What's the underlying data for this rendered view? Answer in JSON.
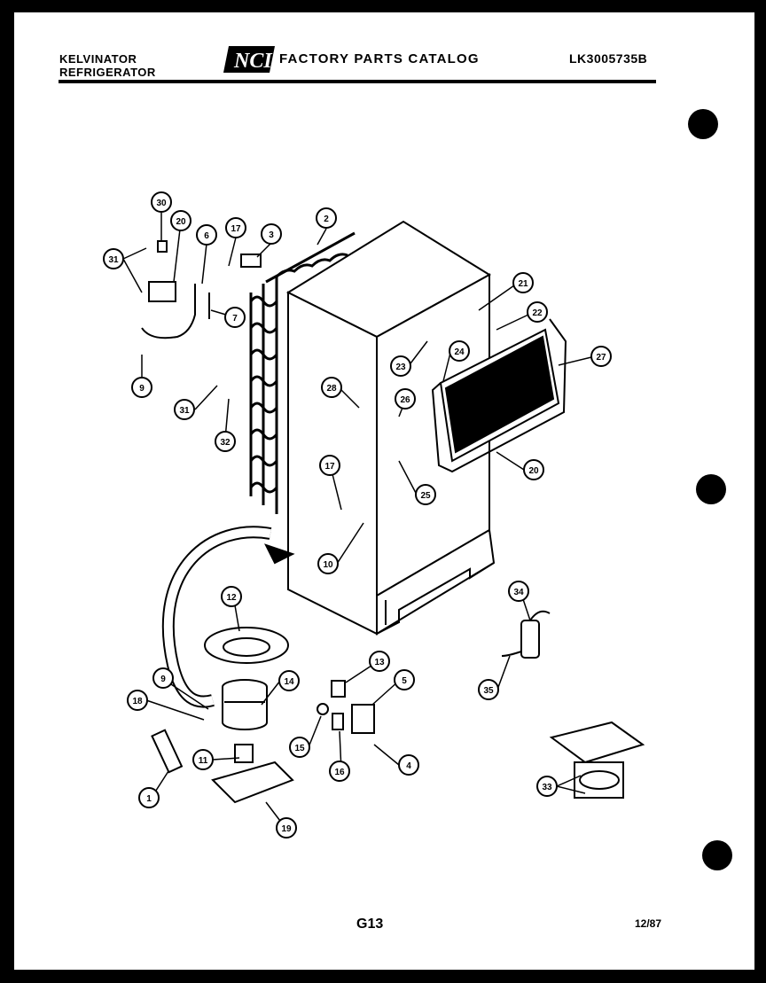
{
  "header": {
    "brand_line1": "KELVINATOR",
    "brand_line2": "REFRIGERATOR",
    "logo": "NCI",
    "title": "FACTORY PARTS CATALOG",
    "model": "LK3005735B"
  },
  "callouts": [
    {
      "id": "c30",
      "label": "30"
    },
    {
      "id": "c20a",
      "label": "20"
    },
    {
      "id": "c6",
      "label": "6"
    },
    {
      "id": "c17a",
      "label": "17"
    },
    {
      "id": "c3",
      "label": "3"
    },
    {
      "id": "c2",
      "label": "2"
    },
    {
      "id": "c31a",
      "label": "31"
    },
    {
      "id": "c7",
      "label": "7"
    },
    {
      "id": "c9a",
      "label": "9"
    },
    {
      "id": "c31b",
      "label": "31"
    },
    {
      "id": "c32",
      "label": "32"
    },
    {
      "id": "c21",
      "label": "21"
    },
    {
      "id": "c22",
      "label": "22"
    },
    {
      "id": "c27",
      "label": "27"
    },
    {
      "id": "c23",
      "label": "23"
    },
    {
      "id": "c24",
      "label": "24"
    },
    {
      "id": "c28",
      "label": "28"
    },
    {
      "id": "c26",
      "label": "26"
    },
    {
      "id": "c25",
      "label": "25"
    },
    {
      "id": "c20b",
      "label": "20"
    },
    {
      "id": "c17b",
      "label": "17"
    },
    {
      "id": "c10",
      "label": "10"
    },
    {
      "id": "c12",
      "label": "12"
    },
    {
      "id": "c34",
      "label": "34"
    },
    {
      "id": "c35",
      "label": "35"
    },
    {
      "id": "c13",
      "label": "13"
    },
    {
      "id": "c5",
      "label": "5"
    },
    {
      "id": "c9b",
      "label": "9"
    },
    {
      "id": "c14",
      "label": "14"
    },
    {
      "id": "c18a",
      "label": "18"
    },
    {
      "id": "c15",
      "label": "15"
    },
    {
      "id": "c16",
      "label": "16"
    },
    {
      "id": "c4",
      "label": "4"
    },
    {
      "id": "c11",
      "label": "11"
    },
    {
      "id": "c1",
      "label": "1"
    },
    {
      "id": "c19",
      "label": "19"
    },
    {
      "id": "c33",
      "label": "33"
    }
  ],
  "footer": {
    "page_code": "G13",
    "date": "12/87"
  },
  "colors": {
    "ink": "#000000",
    "paper": "#ffffff"
  }
}
